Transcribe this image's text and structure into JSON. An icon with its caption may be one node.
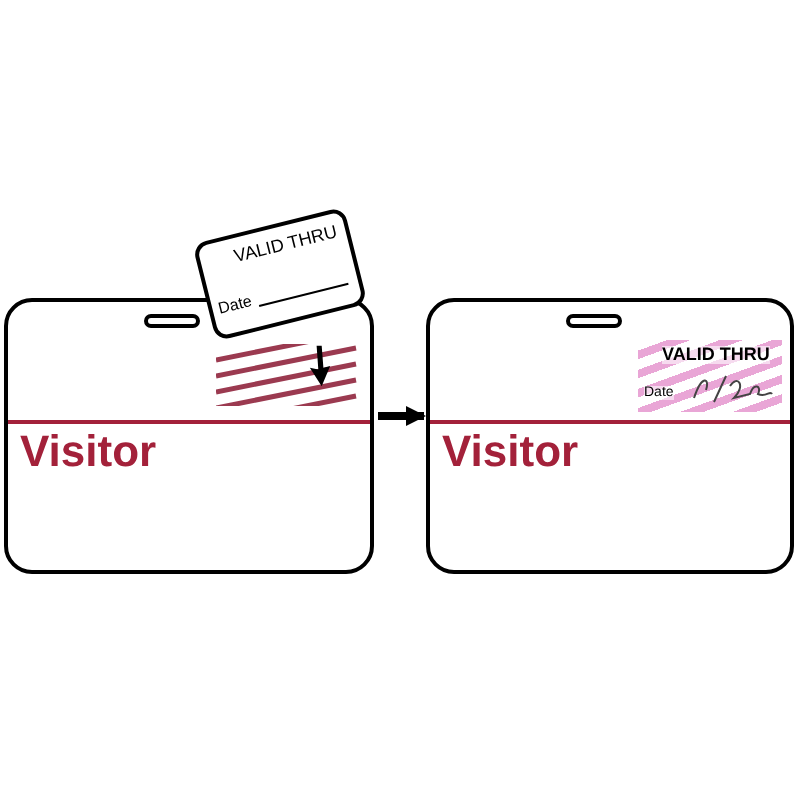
{
  "diagram": {
    "nodes": [
      {
        "text": [
          "Visitor"
        ]
      },
      {
        "text": [
          "VALID THRU",
          "Date"
        ]
      },
      {
        "text": [
          "Visitor"
        ]
      },
      {
        "text": [
          "VALID THRU",
          "Date"
        ],
        "in": 2
      }
    ],
    "edges": [
      {
        "from": 0,
        "to": 2,
        "arrow": "to"
      }
    ]
  }
}
